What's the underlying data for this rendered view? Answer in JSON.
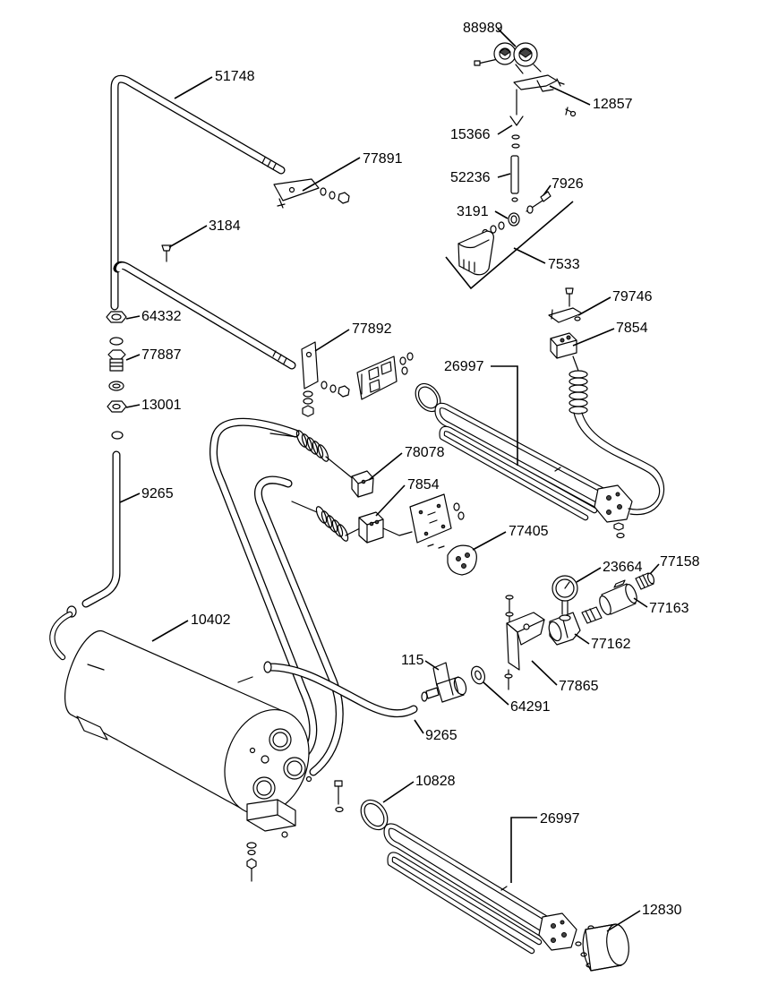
{
  "callouts": [
    "88989",
    "12857",
    "15366",
    "52236",
    "7926",
    "3191",
    "7533",
    "51748",
    "77891",
    "3184",
    "79746",
    "7854",
    "64332",
    "77892",
    "77887",
    "26997",
    "13001",
    "78078",
    "7854",
    "9265",
    "77405",
    "23664",
    "77158",
    "77163",
    "10402",
    "77162",
    "115",
    "77865",
    "64291",
    "9265",
    "10828",
    "26997",
    "12830"
  ]
}
